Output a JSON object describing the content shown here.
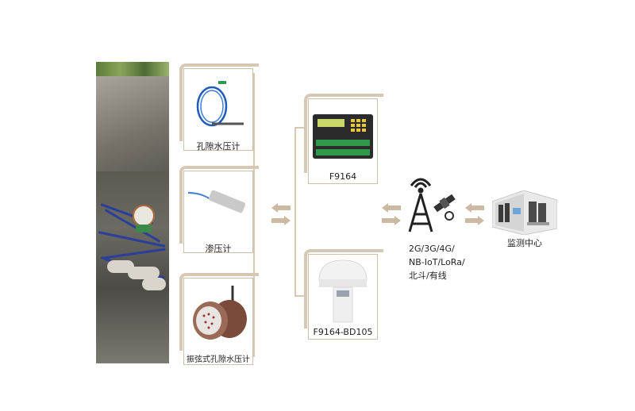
{
  "sensors": [
    {
      "label": "孔隙水压计",
      "icon": "piezometer-cable-icon"
    },
    {
      "label": "渗压计",
      "icon": "seepage-gauge-icon"
    },
    {
      "label": "振弦式孔隙水压计",
      "icon": "vibrating-wire-piezometer-icon"
    }
  ],
  "devices": [
    {
      "label": "F9164",
      "icon": "data-logger-icon"
    },
    {
      "label": "F9164-BD105",
      "icon": "beidou-terminal-icon"
    }
  ],
  "network": {
    "lines": [
      "2G/3G/4G/",
      "NB-IoT/LoRa/",
      "北斗/有线"
    ],
    "icon": "signal-tower-satellite-icon"
  },
  "monitoring_center": {
    "label": "监测中心",
    "icon": "control-room-icon"
  },
  "colors": {
    "accent": "#d6c8b4",
    "arrow": "#cbb9a3",
    "border": "#cdbfa9"
  }
}
